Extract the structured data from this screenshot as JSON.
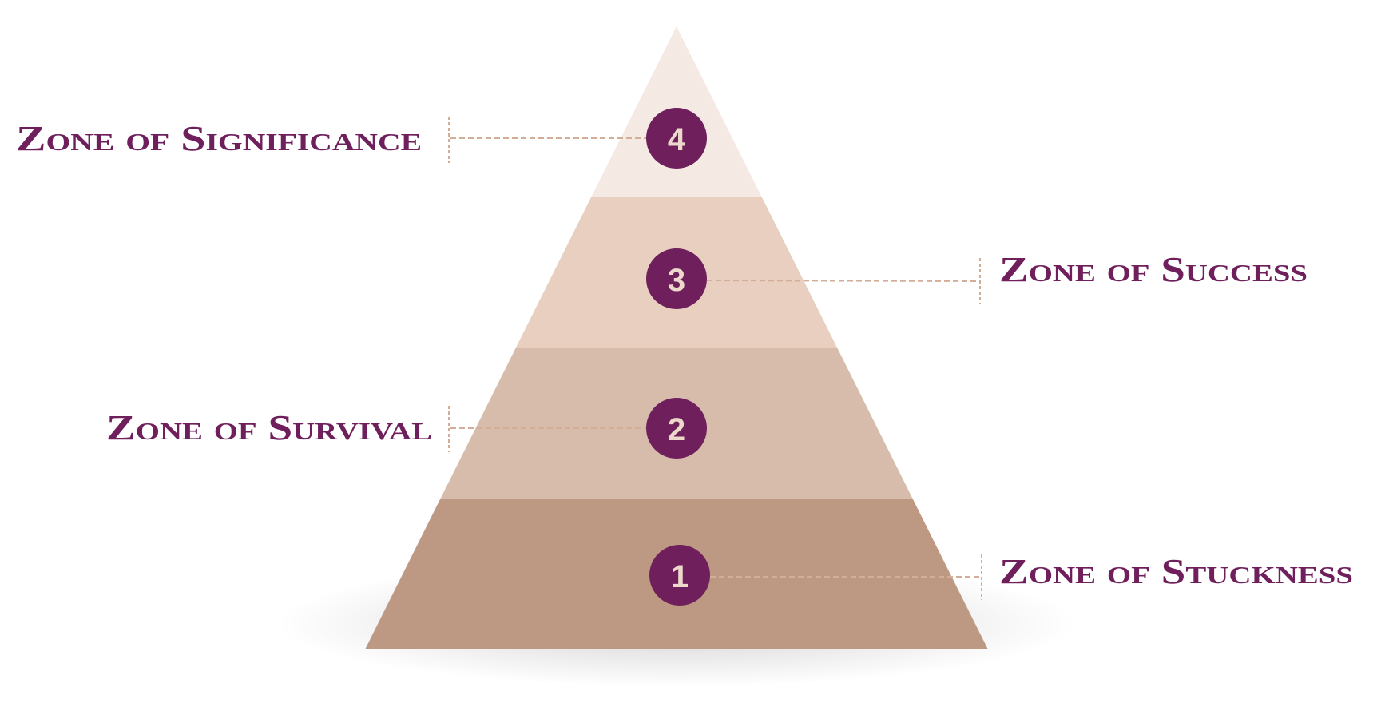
{
  "title": "Zones pyramid",
  "colors": {
    "accent": "#6e1f5c",
    "numeral": "#ecd9cc",
    "connector": "#d2ae98",
    "level_4": "#f5e9e3",
    "level_3": "#e8cfc0",
    "level_2": "#d7bcab",
    "level_1": "#bd9882"
  },
  "levels": [
    {
      "number": "1",
      "label": "Zone of Stuckness",
      "side": "right"
    },
    {
      "number": "2",
      "label": "Zone of Survival",
      "side": "left"
    },
    {
      "number": "3",
      "label": "Zone of Success",
      "side": "right"
    },
    {
      "number": "4",
      "label": "Zone of Significance",
      "side": "left"
    }
  ]
}
